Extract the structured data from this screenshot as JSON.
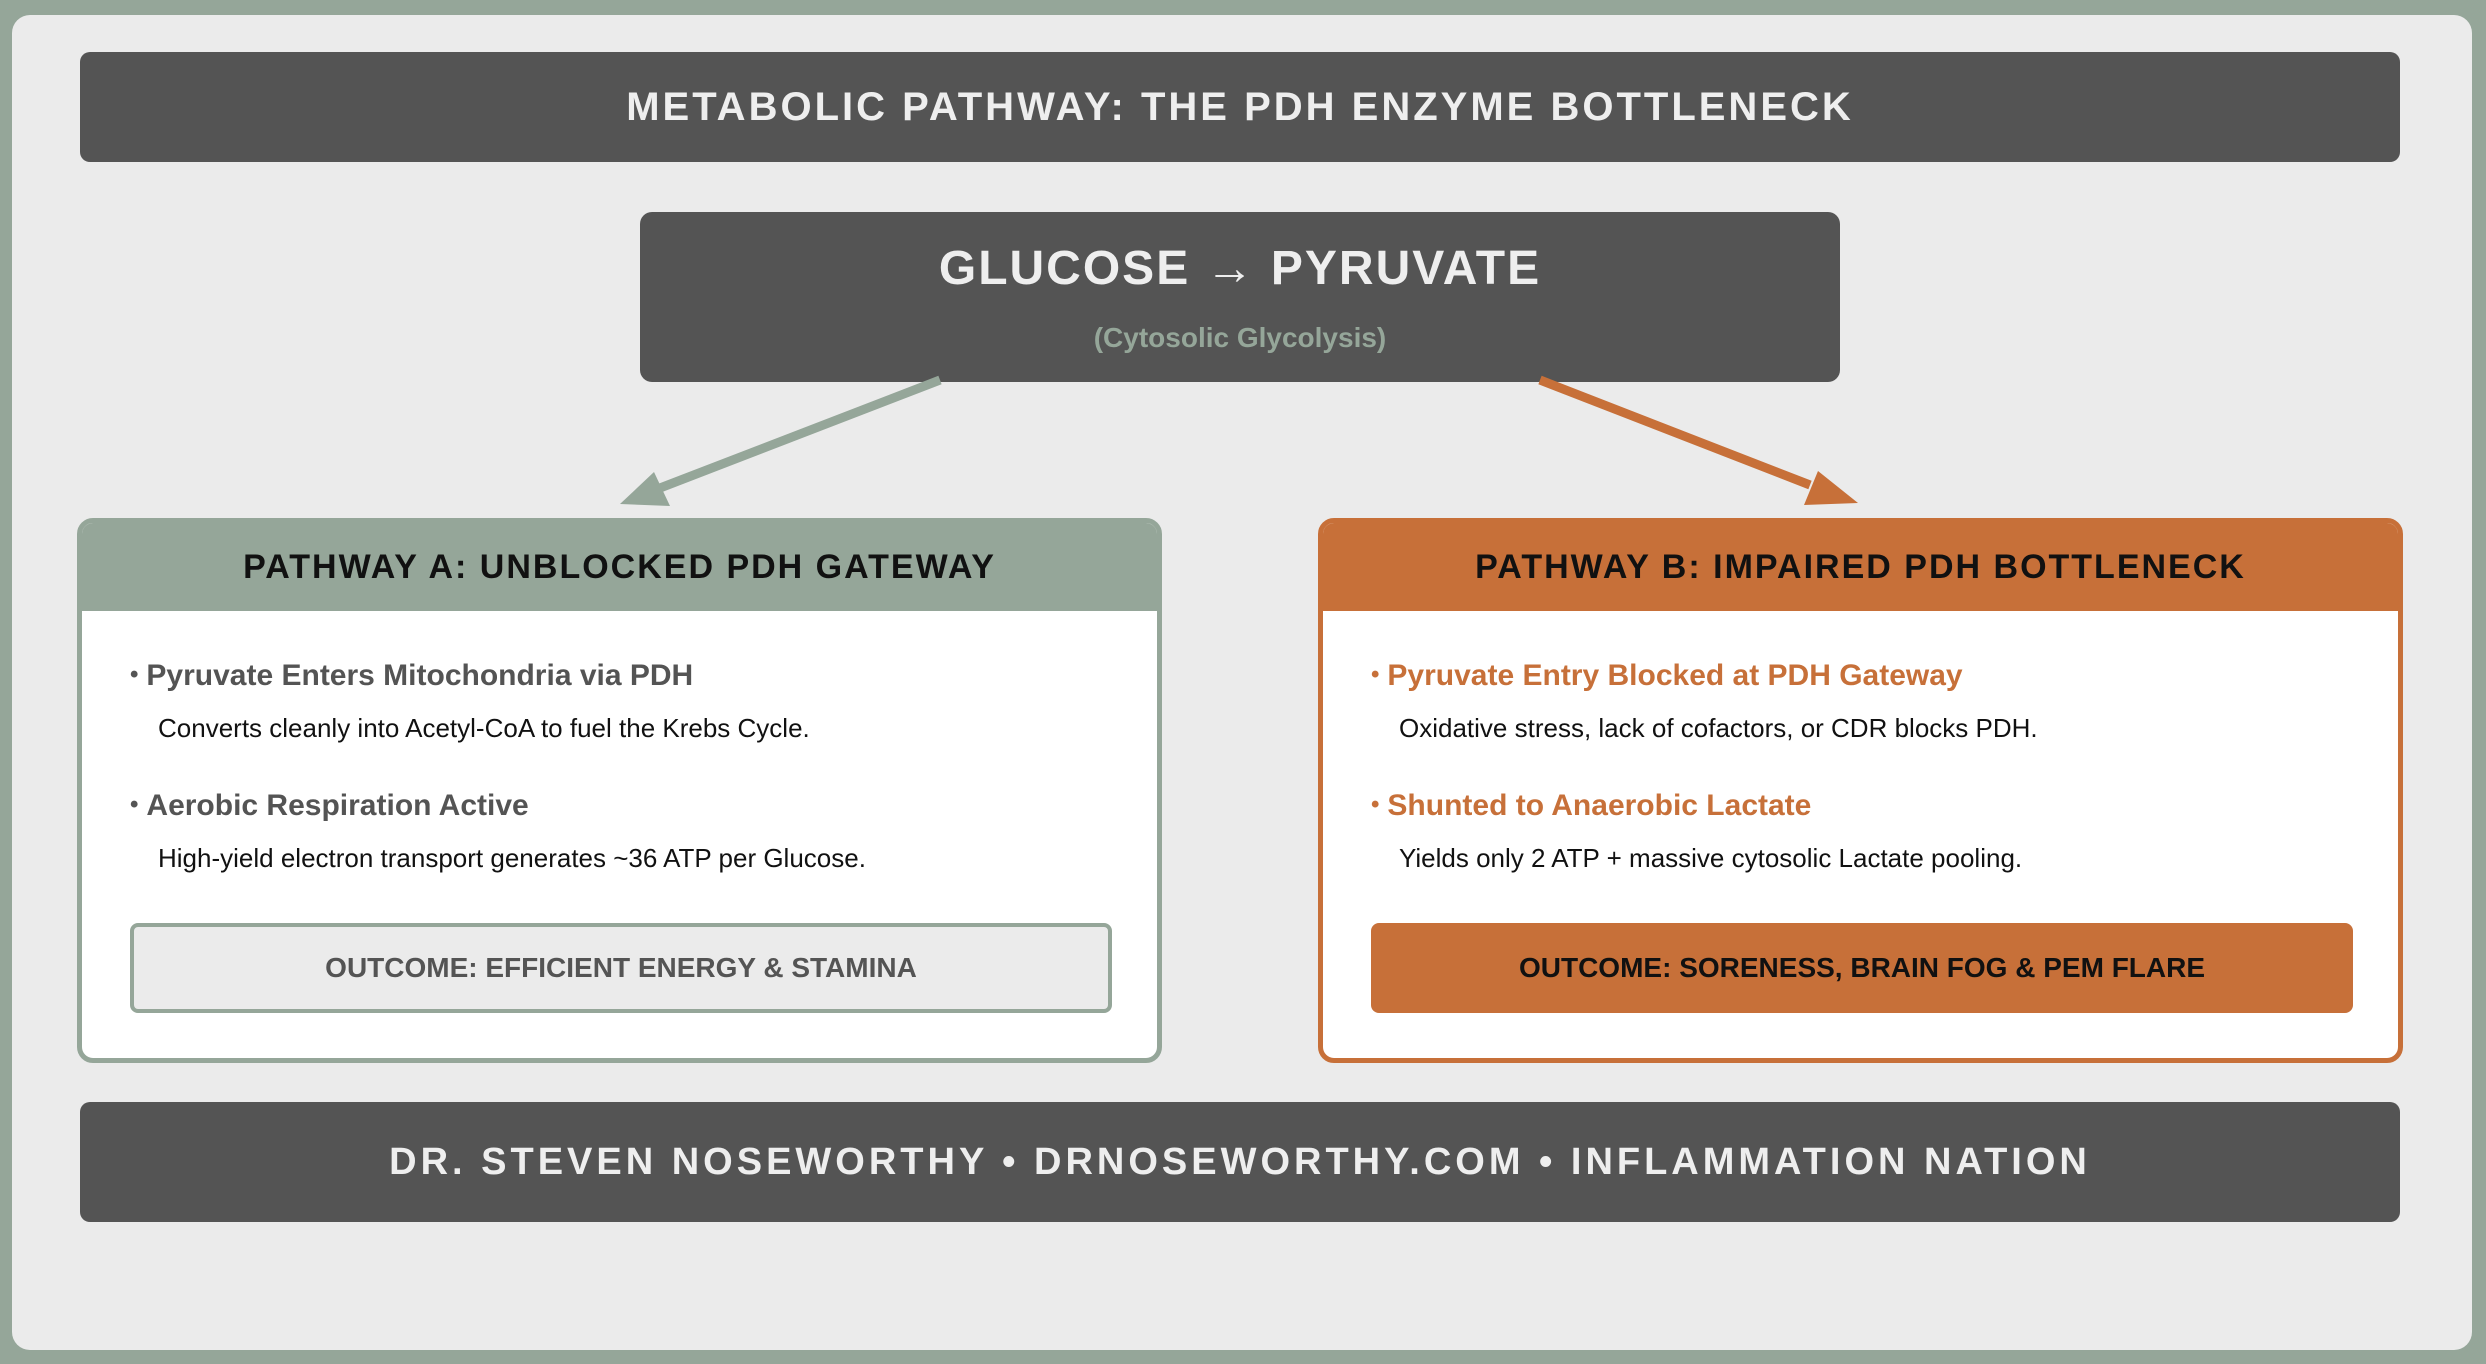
{
  "header": {
    "title": "METABOLIC PATHWAY: THE PDH ENZYME BOTTLENECK"
  },
  "start": {
    "title": "GLUCOSE → PYRUVATE",
    "subtitle": "(Cytosolic Glycolysis)"
  },
  "pathway_a": {
    "title": "PATHWAY A: UNBLOCKED PDH GATEWAY",
    "points": [
      {
        "title": "Pyruvate Enters Mitochondria via PDH",
        "desc": "Converts cleanly into Acetyl-CoA to fuel the Krebs Cycle."
      },
      {
        "title": "Aerobic Respiration Active",
        "desc": "High-yield electron transport generates ~36 ATP per Glucose."
      }
    ],
    "outcome": "OUTCOME: EFFICIENT ENERGY & STAMINA"
  },
  "pathway_b": {
    "title": "PATHWAY B: IMPAIRED PDH BOTTLENECK",
    "points": [
      {
        "title": "Pyruvate Entry Blocked at PDH Gateway",
        "desc": "Oxidative stress, lack of cofactors, or CDR blocks PDH."
      },
      {
        "title": "Shunted to Anaerobic Lactate",
        "desc": "Yields only 2 ATP + massive cytosolic Lactate pooling."
      }
    ],
    "outcome": "OUTCOME: SORENESS, BRAIN FOG & PEM FLARE"
  },
  "footer": {
    "text": "DR. STEVEN NOSEWORTHY • DRNOSEWORTHY.COM • INFLAMMATION NATION"
  },
  "colors": {
    "sage": "#95a699",
    "orange": "#c77039",
    "charcoal": "#545454",
    "background": "#ebebeb"
  },
  "bullet_glyph": "•"
}
